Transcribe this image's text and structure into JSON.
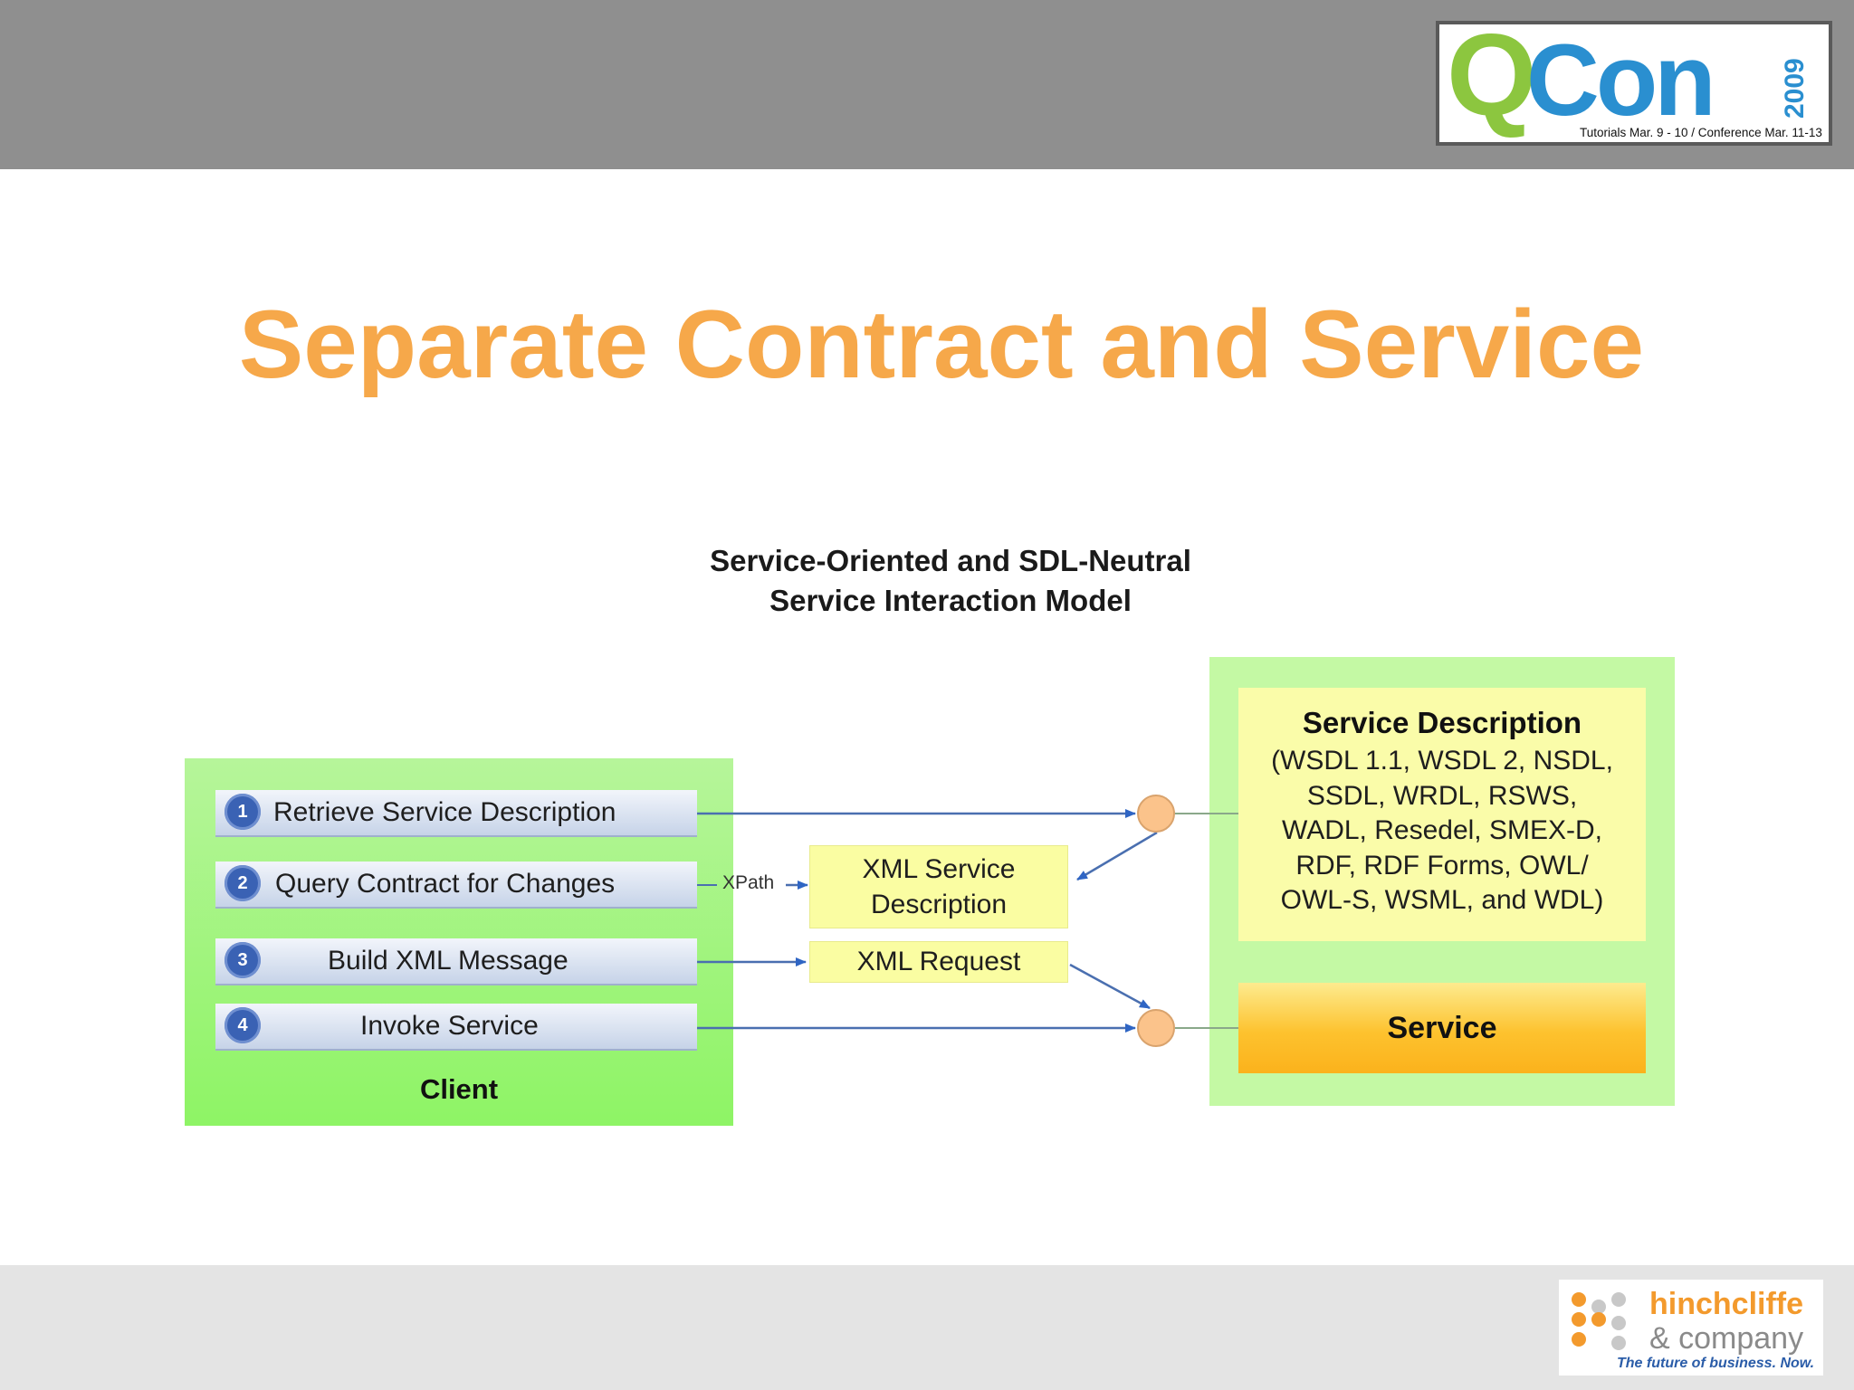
{
  "header": {
    "logo": {
      "wordmark": "QCon",
      "year": "2009",
      "tagline": "Tutorials Mar. 9 - 10  /  Conference Mar. 11-13",
      "colors": {
        "q": "#8cc63f",
        "con": "#2a8fd0"
      }
    }
  },
  "slide": {
    "title": "Separate Contract and Service"
  },
  "diagram": {
    "title_line1": "Service-Oriented and SDL-Neutral",
    "title_line2": "Service Interaction Model",
    "client": {
      "label": "Client",
      "steps": [
        {
          "num": "1",
          "label": "Retrieve Service Description"
        },
        {
          "num": "2",
          "label": "Query Contract for Changes"
        },
        {
          "num": "3",
          "label": "Build XML Message"
        },
        {
          "num": "4",
          "label": "Invoke Service"
        }
      ]
    },
    "xpath_label": "XPath",
    "xml_service_description_line1": "XML Service",
    "xml_service_description_line2": "Description",
    "xml_request": "XML Request",
    "service_description": {
      "title": "Service Description",
      "lines": [
        "(WSDL 1.1, WSDL 2, NSDL,",
        "SSDL, WRDL, RSWS,",
        "WADL, Resedel, SMEX-D,",
        "RDF, RDF Forms, OWL/",
        "OWL-S, WSML, and WDL)"
      ]
    },
    "service_label": "Service"
  },
  "footer": {
    "logo": {
      "line1": "hinchcliffe",
      "line2": "& company",
      "tagline": "The future of business. Now."
    }
  }
}
